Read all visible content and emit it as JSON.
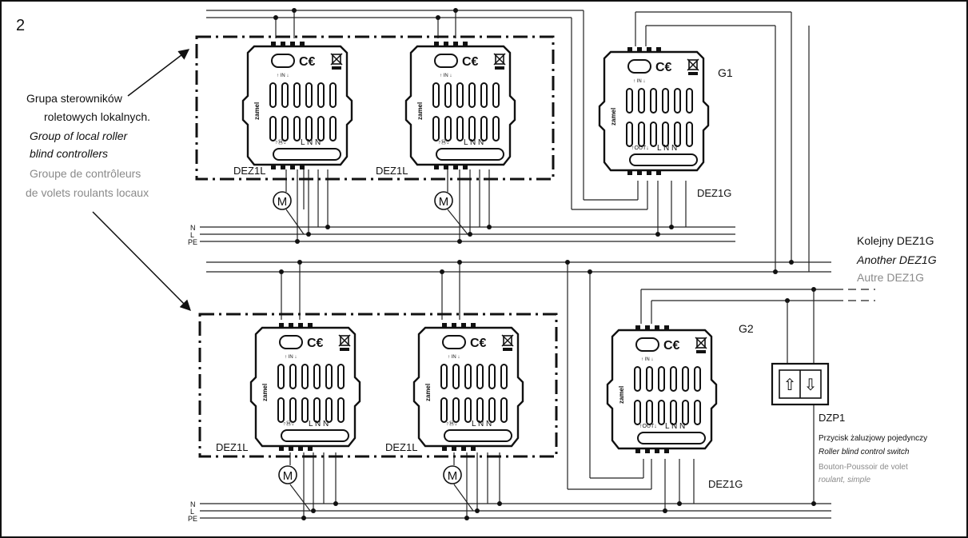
{
  "figure_number": "2",
  "annotations": {
    "group_pl_1": "Grupa sterowników",
    "group_pl_2": "roletowych lokalnych.",
    "group_en_1": "Group of local roller",
    "group_en_2": "blind controllers",
    "group_fr_1": "Groupe de contrôleurs",
    "group_fr_2": "de volets roulants locaux",
    "another_pl": "Kolejny DEZ1G",
    "another_en": "Another DEZ1G",
    "another_fr": "Autre DEZ1G",
    "dzp_title": "DZP1",
    "dzp_pl": "Przycisk żaluzjowy pojedynczy",
    "dzp_en": "Roller blind control switch",
    "dzp_fr_1": "Bouton-Poussoir de volet",
    "dzp_fr_2": "roulant, simple"
  },
  "groups": {
    "g1": "G1",
    "g2": "G2"
  },
  "modules": {
    "local_label": "DEZ1L",
    "group_label": "DEZ1G",
    "brand": "zamel",
    "in_label": "↑ IN ↓",
    "out_label": "↑OUT↓",
    "motor_arrow_label": "↑Ⓜ↓",
    "terminals_local": "L   N   N",
    "terminals_group": "L   N   N"
  },
  "bus": {
    "n": "N",
    "l": "L",
    "pe": "PE"
  },
  "motor_symbol": "M",
  "switch_symbols": {
    "up": "⇧",
    "down": "⇩"
  },
  "colors": {
    "line": "#222222",
    "muted_text": "#8a8a8a"
  }
}
